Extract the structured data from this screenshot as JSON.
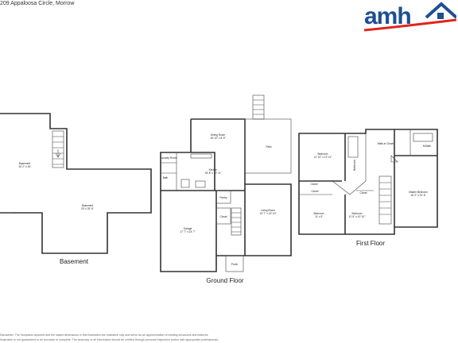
{
  "header": {
    "address": "209 Appaloosa Circle, Morrow",
    "brand_text": "amh",
    "brand_colors": {
      "primary": "#1d4f91",
      "accent": "#e2231a"
    }
  },
  "floors": [
    {
      "label": "Basement",
      "rooms": [
        {
          "name": "Basement",
          "dims": "16' 2\" x 34'"
        },
        {
          "name": "Basement",
          "dims": "20' x 25' 6\""
        }
      ]
    },
    {
      "label": "Ground Floor",
      "rooms": [
        {
          "name": "Dining Room",
          "dims": "15' 10\" x 8' 5\""
        },
        {
          "name": "Patio",
          "dims": ""
        },
        {
          "name": "Laundry Room",
          "dims": ""
        },
        {
          "name": "Kitchen",
          "dims": "18' 8\" x 10' 11\""
        },
        {
          "name": "Bath",
          "dims": ""
        },
        {
          "name": "Pantry",
          "dims": ""
        },
        {
          "name": "Closet",
          "dims": ""
        },
        {
          "name": "Living Room",
          "dims": "13' 7\" x 22' 10\""
        },
        {
          "name": "Garage",
          "dims": "17' 7\" x 24' 7\""
        },
        {
          "name": "Porch",
          "dims": ""
        }
      ]
    },
    {
      "label": "First Floor",
      "rooms": [
        {
          "name": "Bedroom",
          "dims": "12' 10\" x 13' 11\""
        },
        {
          "name": "Bathroom",
          "dims": ""
        },
        {
          "name": "Walk-in Closet",
          "dims": ""
        },
        {
          "name": "M.Bath",
          "dims": ""
        },
        {
          "name": "Closet",
          "dims": ""
        },
        {
          "name": "Closet",
          "dims": ""
        },
        {
          "name": "Closet",
          "dims": ""
        },
        {
          "name": "Bedroom",
          "dims": "11' x 9'"
        },
        {
          "name": "Bedroom",
          "dims": "11' 6\" x 10' 10\""
        },
        {
          "name": "Master Bedroom",
          "dims": "16' 2\" x 22' 6\""
        }
      ]
    }
  ],
  "disclaimer": [
    "Disclaimer: The floorplans depicted and the stated dimensions in this illustration are indicative only and serve as an approximation of existing structures and features.",
    "Illustration is not guaranteed to be accurate or complete. The accuracy of all information should be verified through personal inspection and/or with appropriate professionals."
  ]
}
